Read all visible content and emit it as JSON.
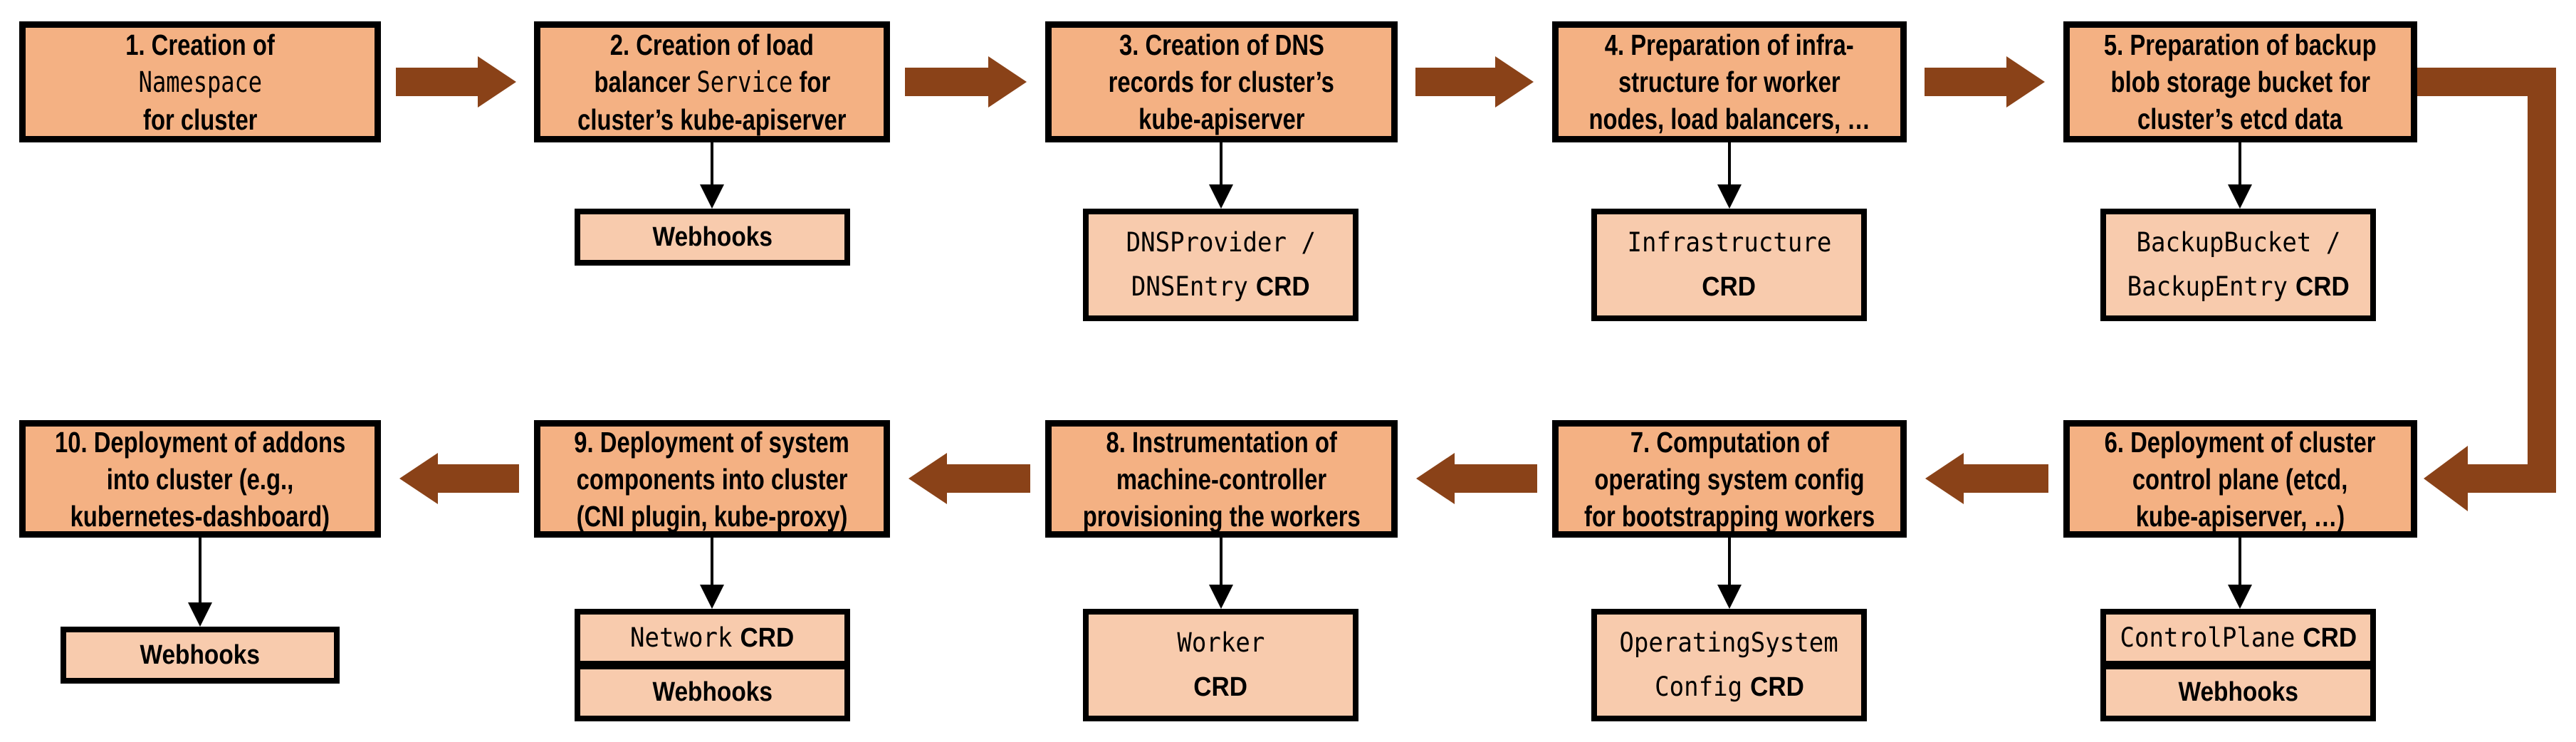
{
  "colors": {
    "background": "#ffffff",
    "box-fill": "#f4b183",
    "sub-box-fill": "#f8cbad",
    "border": "#000000",
    "arrow-brown": "#8a4218",
    "connector-black": "#000000",
    "text": "#000000"
  },
  "steps": [
    {
      "line1": "1. Creation of",
      "line2_mono": "Namespace",
      "line3": "for cluster"
    },
    {
      "line1": "2. Creation of load",
      "line2a": "balancer ",
      "line2_mono": "Service",
      "line2b": " for",
      "line3": "cluster’s kube-apiserver"
    },
    {
      "line1": "3. Creation of DNS",
      "line2": "records for cluster’s",
      "line3": "kube-apiserver"
    },
    {
      "line1": "4. Preparation of infra-",
      "line2": "structure for worker",
      "line3": "nodes, load balancers, …"
    },
    {
      "line1": "5. Preparation of backup",
      "line2": "blob storage bucket for",
      "line3": "cluster’s etcd data"
    },
    {
      "line1": "6. Deployment of cluster",
      "line2": "control plane (etcd,",
      "line3": "kube-apiserver, …)"
    },
    {
      "line1": "7. Computation of",
      "line2": "operating system config",
      "line3": "for bootstrapping workers"
    },
    {
      "line1": "8. Instrumentation of",
      "line2": "machine-controller",
      "line3": "provisioning the workers"
    },
    {
      "line1": "9. Deployment of system",
      "line2": "components into cluster",
      "line3": "(CNI plugin, kube-proxy)"
    },
    {
      "line1": "10. Deployment of addons",
      "line2": "into cluster (e.g.,",
      "line3": "kubernetes-dashboard)"
    }
  ],
  "crd_boxes": {
    "webhooks_step2": {
      "label": "Webhooks"
    },
    "dns": {
      "line1": "DNSProvider /",
      "line2": "DNSEntry",
      "crd": "CRD"
    },
    "infrastructure": {
      "line1": "Infrastructure",
      "crd": "CRD"
    },
    "backup": {
      "line1": "BackupBucket /",
      "line2": "BackupEntry",
      "crd": "CRD"
    },
    "control_plane": {
      "line1": "ControlPlane",
      "crd": "CRD",
      "webhooks": "Webhooks"
    },
    "operating_system_config": {
      "line1": "OperatingSystem",
      "line2": "Config",
      "crd": "CRD"
    },
    "worker": {
      "line1": "Worker",
      "crd": "CRD"
    },
    "network": {
      "line1": "Network",
      "crd": "CRD",
      "webhooks": "Webhooks"
    },
    "webhooks_step10": {
      "label": "Webhooks"
    }
  }
}
